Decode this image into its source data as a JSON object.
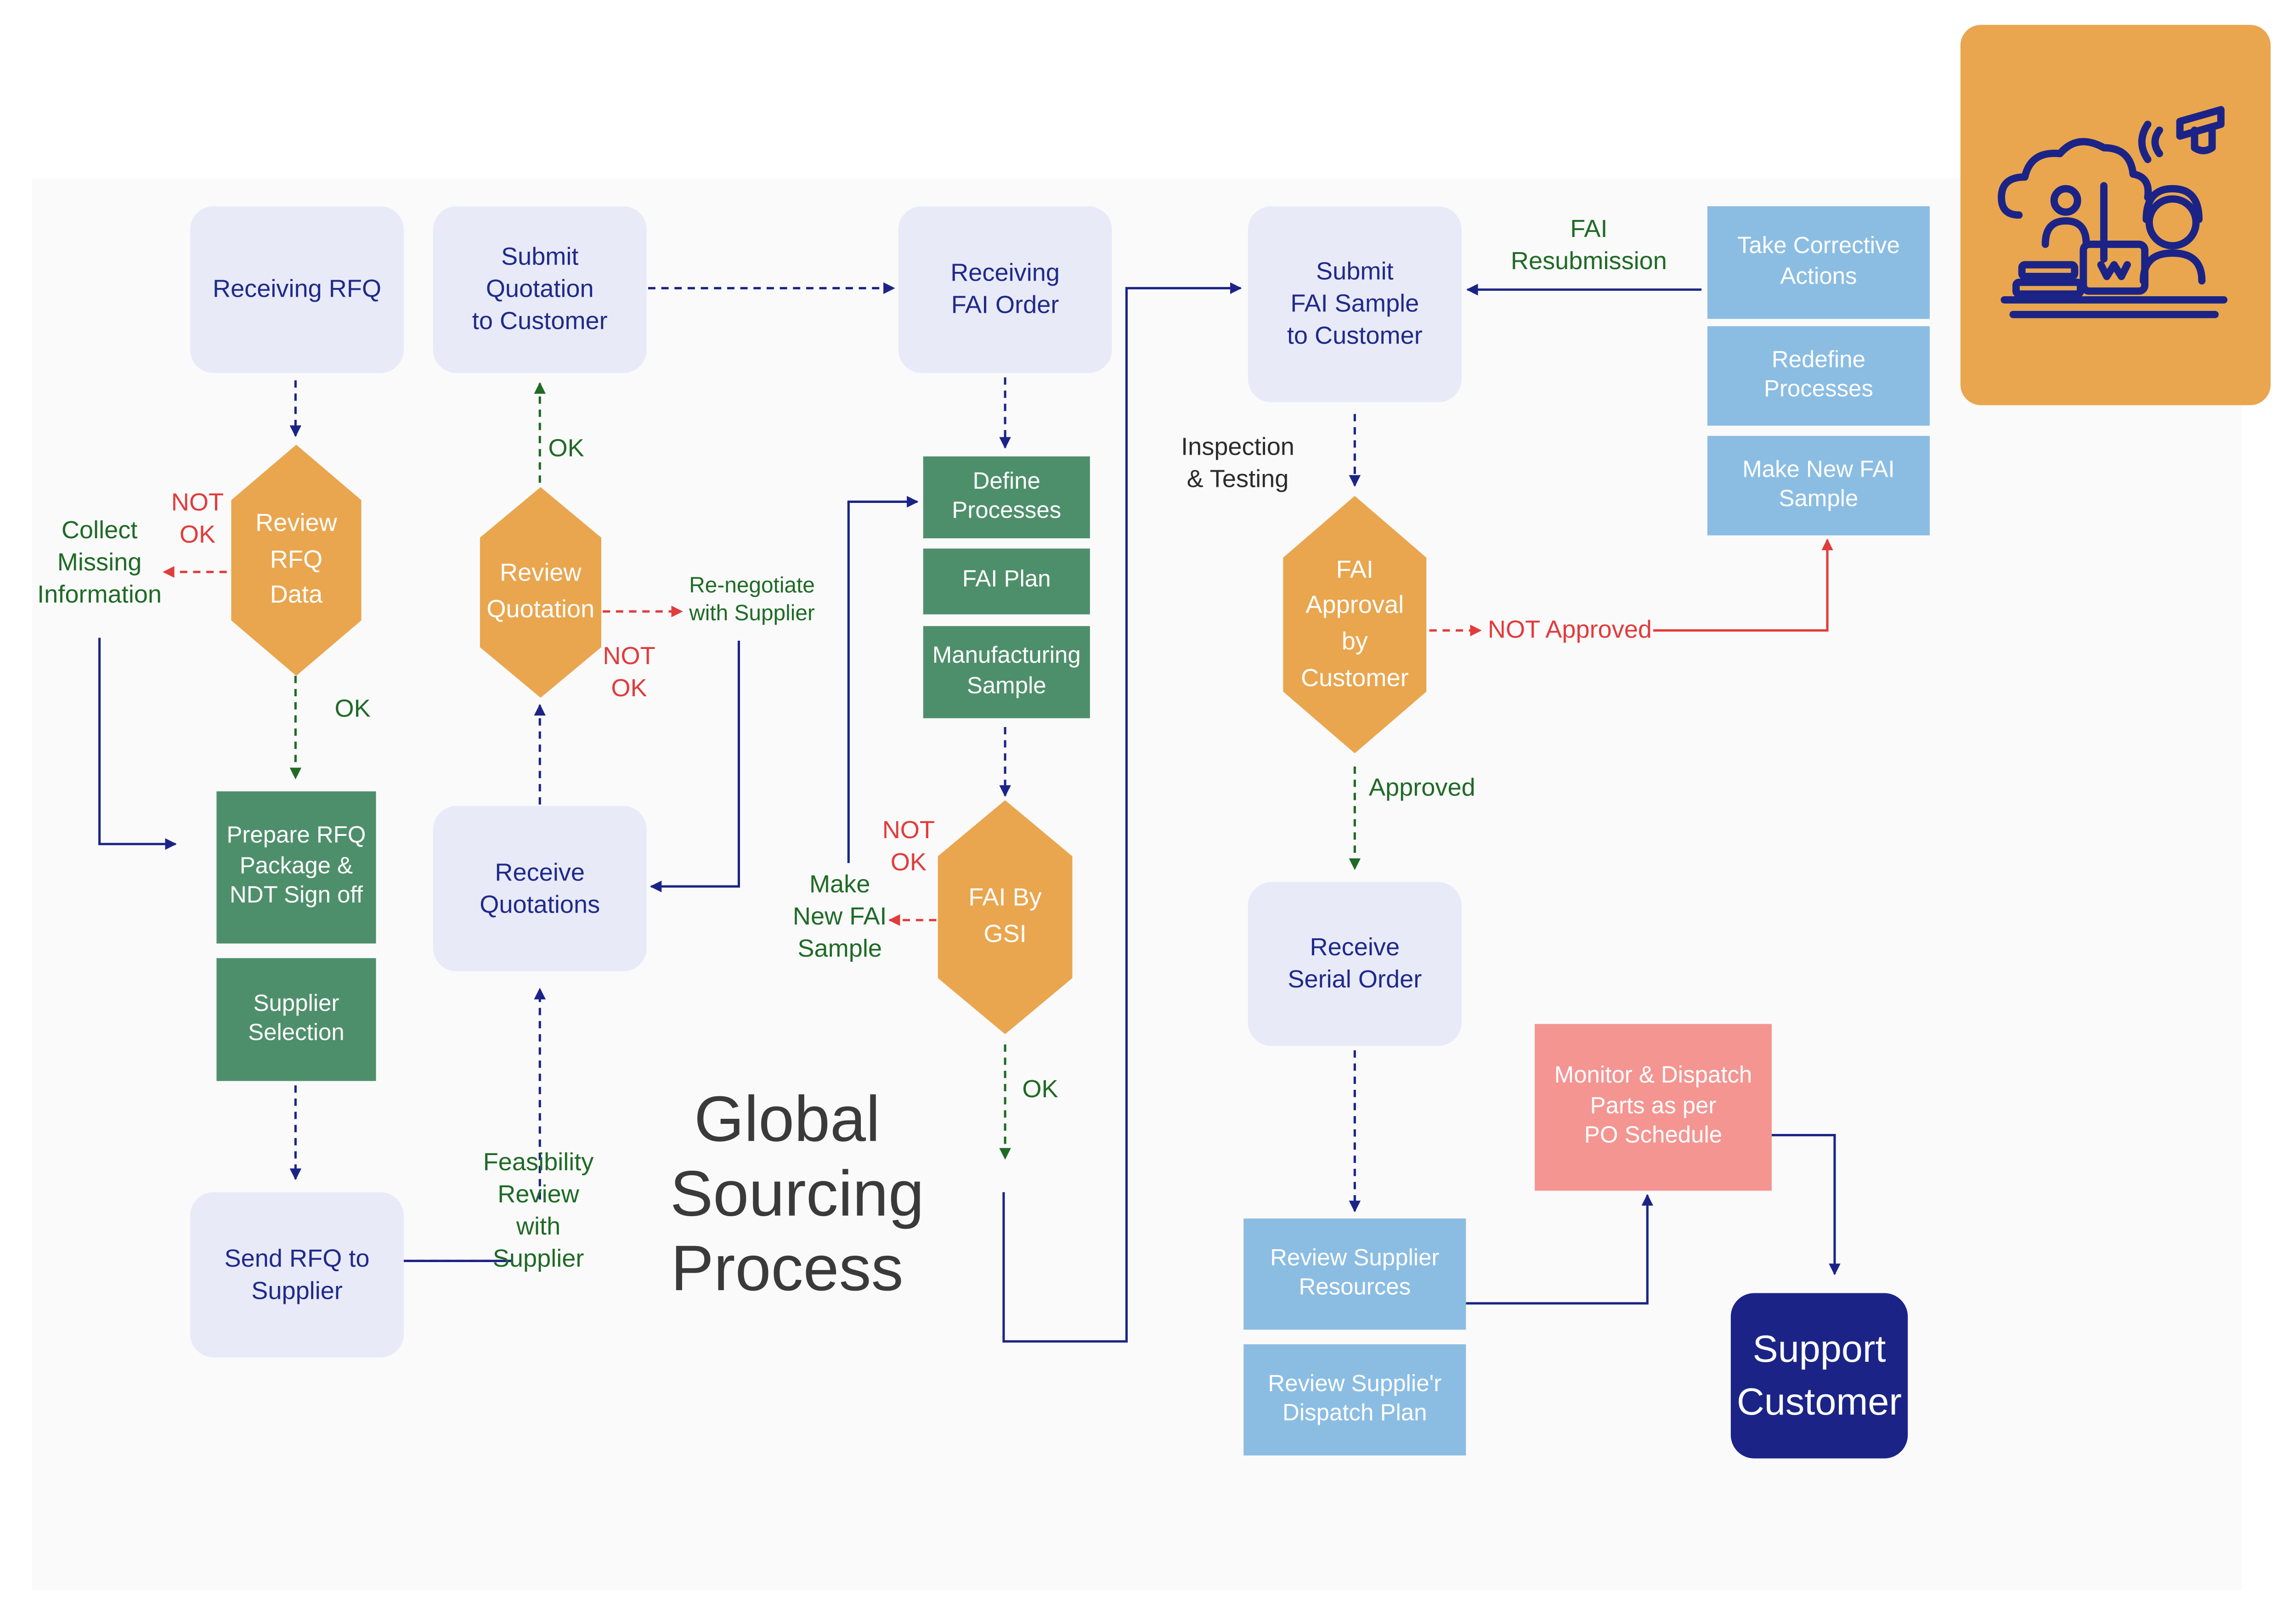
{
  "title": "Global\nSourcing\nProcess",
  "colors": {
    "lavender": "#e8eaf8",
    "green": "#4e8f6b",
    "orange": "#e9a64f",
    "light_blue": "#8bbde3",
    "salmon": "#f49592",
    "navy": "#1b2486",
    "ok_green": "#1f6a25",
    "not_ok_red": "#e23b3b"
  },
  "badge_icon": "support-agent-icon",
  "nodes": {
    "receiving_rfq": "Receiving RFQ",
    "review_rfq_data": "Review\nRFQ\nData",
    "collect_missing": "Collect\nMissing\nInformation",
    "prepare_rfq": "Prepare RFQ\nPackage &\nNDT Sign off",
    "supplier_selection": "Supplier\nSelection",
    "send_rfq": "Send RFQ to\nSupplier",
    "submit_quotation": "Submit\nQuotation\nto Customer",
    "review_quotation": "Review\nQuotation",
    "renegotiate": "Re-negotiate\nwith Supplier",
    "receive_quotations": "Receive\nQuotations",
    "feasibility_review": "Feasibility\nReview\nwith\nSupplier",
    "receiving_fai_order": "Receiving\nFAI Order",
    "define_processes": "Define\nProcesses",
    "fai_plan": "FAI Plan",
    "manufacturing_sample": "Manufacturing\nSample",
    "fai_by_gsi": "FAI By\nGSI",
    "make_new_fai_sample_left": "Make\nNew FAI\nSample",
    "submit_fai_sample": "Submit\nFAI Sample\nto Customer",
    "inspection_testing": "Inspection\n& Testing",
    "fai_approval": "FAI\nApproval\nby\nCustomer",
    "fai_resubmission": "FAI Resubmission",
    "take_corrective_actions": "Take Corrective\nActions",
    "redefine_processes": "Redefine\nProcesses",
    "make_new_fai_sample_right": "Make New FAI\nSample",
    "receive_serial_order": "Receive\nSerial Order",
    "review_supplier_resources": "Review Supplier\nResources",
    "review_supplier_dispatch": "Review Supplie'r\nDispatch Plan",
    "monitor_dispatch": "Monitor & Dispatch\nParts as per\nPO Schedule",
    "support_customer": "Support\nCustomer"
  },
  "edge_labels": {
    "rfq_not_ok": "NOT\nOK",
    "rfq_ok": "OK",
    "quotation_ok": "OK",
    "quotation_not_ok": "NOT\nOK",
    "gsi_not_ok": "NOT\nOK",
    "gsi_ok": "OK",
    "not_approved": "NOT Approved",
    "approved": "Approved"
  }
}
